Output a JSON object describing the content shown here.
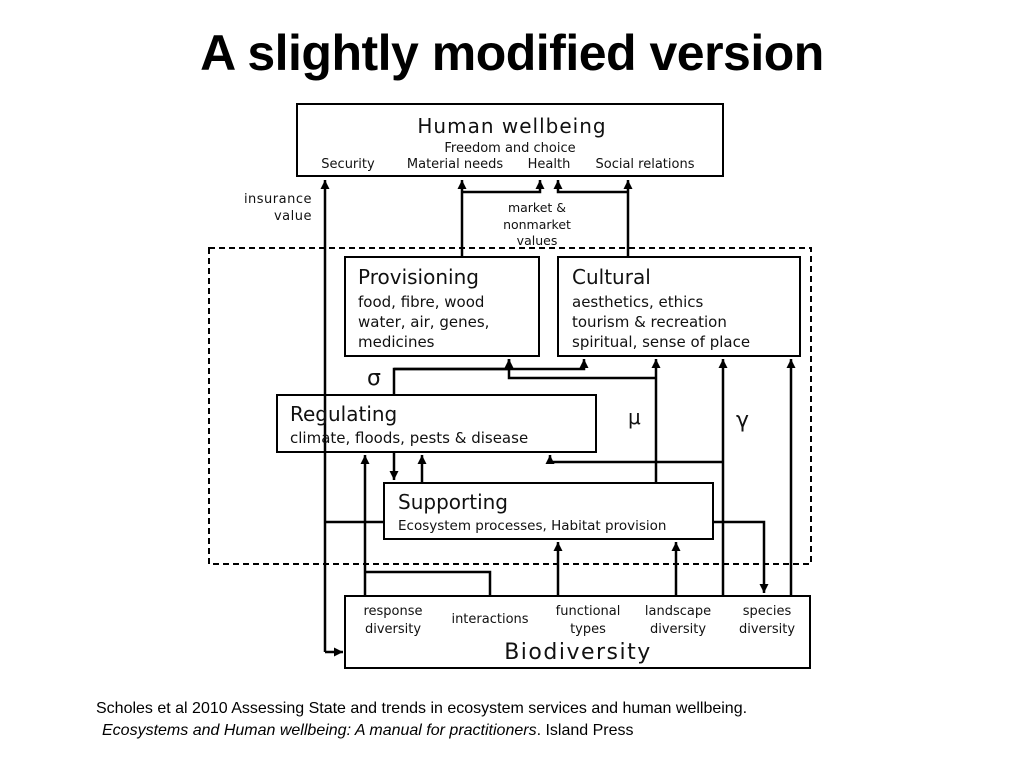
{
  "title": "A slightly modified version",
  "diagram": {
    "human_wellbeing": {
      "title": "Human wellbeing",
      "subtitle": "Freedom and choice",
      "items": [
        "Security",
        "Material needs",
        "Health",
        "Social relations"
      ]
    },
    "insurance_value": [
      "insurance",
      "value"
    ],
    "market_values": [
      "market &",
      "nonmarket",
      "values"
    ],
    "provisioning": {
      "title": "Provisioning",
      "lines": [
        "food, fibre, wood",
        "water, air, genes,",
        "medicines"
      ]
    },
    "cultural": {
      "title": "Cultural",
      "lines": [
        "aesthetics, ethics",
        "tourism & recreation",
        "spiritual, sense of place"
      ]
    },
    "regulating": {
      "title": "Regulating",
      "lines": [
        "climate, floods, pests & disease"
      ]
    },
    "supporting": {
      "title": "Supporting",
      "lines": [
        "Ecosystem processes, Habitat provision"
      ]
    },
    "greek": {
      "sigma": "σ",
      "mu": "μ",
      "gamma": "γ"
    },
    "biodiversity": {
      "title": "Biodiversity",
      "components": [
        [
          "response",
          "diversity"
        ],
        [
          "interactions"
        ],
        [
          "functional",
          "types"
        ],
        [
          "landscape",
          "diversity"
        ],
        [
          "species",
          "diversity"
        ]
      ]
    }
  },
  "citation": {
    "line1": "Scholes et al 2010 Assessing State and trends in ecosystem services and human wellbeing.",
    "line2_italic": "Ecosystems and Human wellbeing: A manual for practitioners",
    "line2_rest": ". Island Press"
  }
}
